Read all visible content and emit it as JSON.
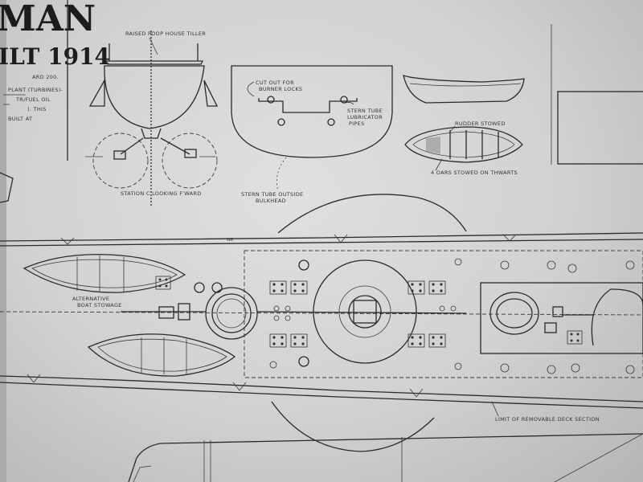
{
  "title": {
    "line1": "MAN",
    "line2": "ILT 1914"
  },
  "side_notes": [
    "ARD 200.",
    "PLANT (TURBINES)-",
    "TR/FUEL OIL",
    "). THIS",
    "BUILT AT"
  ],
  "labels": {
    "tiller": "RAISED POOP HOUSE TILLER",
    "station": "STATION C LOOKING F'WARD",
    "cutout": "CUT OUT FOR",
    "cutout2": "BURNER LOCKS",
    "stern_tube1": "STERN TUBE",
    "stern_tube2": "LUBRICATOR",
    "stern_tube3": "PIPES",
    "bulkhead1": "STERN TUBE OUTSIDE",
    "bulkhead2": "BULKHEAD",
    "rudder": "RUDDER STOWED",
    "oars": "4 OARS STOWED ON THWARTS",
    "alt_boat": "ALTERNATIVE",
    "alt_boat2": "BOAT STOWAGE",
    "limit": "LIMIT OF REMOVABLE DECK SECTION",
    "wr": "WR"
  },
  "colors": {
    "ink": "#2a2a2a",
    "paper": "#d6d7d8",
    "shadow": "#b3b5b7"
  }
}
